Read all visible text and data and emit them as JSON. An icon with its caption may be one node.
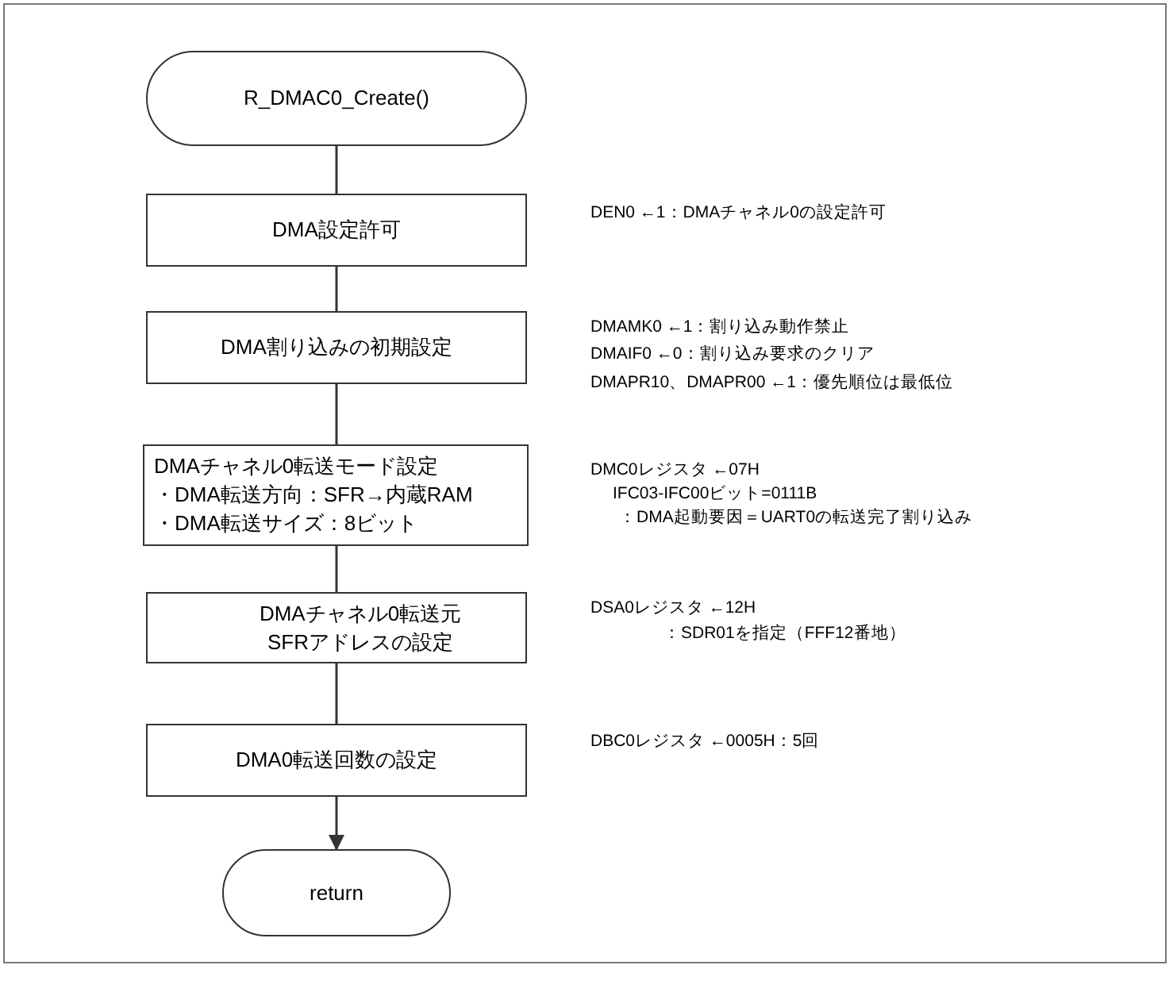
{
  "diagram": {
    "nodes": [
      {
        "text": [
          "R_DMAC0_Create()"
        ]
      },
      {
        "text": [
          "DMA設定許可"
        ],
        "beside": [
          "DEN0 ←1：DMAチャネル0の設定許可"
        ]
      },
      {
        "text": [
          "DMA割り込みの初期設定"
        ],
        "beside": [
          "DMAMK0 ←1：割り込み動作禁止",
          "DMAIF0 ←0：割り込み要求のクリア",
          "DMAPR10、DMAPR00 ←1：優先順位は最低位"
        ]
      },
      {
        "text": [
          "DMAチャネル0転送モード設定",
          "・DMA転送方向：SFR→内蔵RAM",
          "・DMA転送サイズ：8ビット"
        ],
        "beside": [
          "DMC0レジスタ ←07H",
          "IFC03-IFC00ビット=0111B",
          "：DMA起動要因＝UART0の転送完了割り込み"
        ]
      },
      {
        "text": [
          "DMAチャネル0転送元",
          "SFRアドレスの設定"
        ],
        "beside": [
          "DSA0レジスタ ←12H",
          "：SDR01を指定（FFF12番地）"
        ]
      },
      {
        "text": [
          "DMA0転送回数の設定"
        ],
        "beside": [
          "DBC0レジスタ ←0005H：5回"
        ]
      },
      {
        "text": [
          "return"
        ]
      }
    ],
    "edges": [
      {
        "from": 0,
        "to": 1,
        "arrow": "none"
      },
      {
        "from": 1,
        "to": 2,
        "arrow": "none"
      },
      {
        "from": 2,
        "to": 3,
        "arrow": "none"
      },
      {
        "from": 3,
        "to": 4,
        "arrow": "none"
      },
      {
        "from": 4,
        "to": 5,
        "arrow": "none"
      },
      {
        "from": 5,
        "to": 6,
        "arrow": "to"
      }
    ]
  }
}
